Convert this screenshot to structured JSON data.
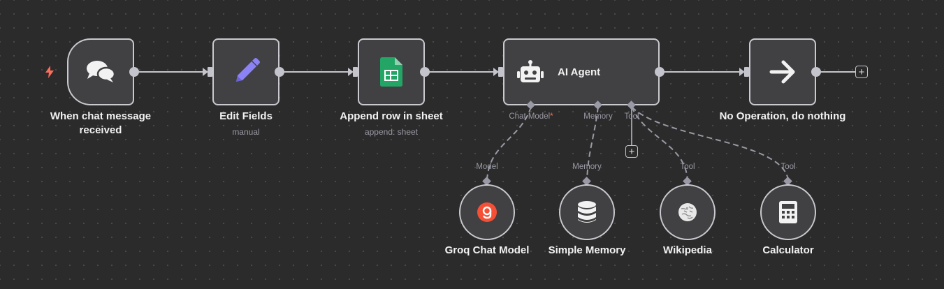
{
  "colors": {
    "canvas": "#2b2b2b",
    "node_bg": "#414143",
    "node_border": "#c9c9cf",
    "edge": "#c4c4cc",
    "muted_text": "#9a9aa6",
    "trigger_bolt": "#ff6d5a",
    "edit_icon": "#8b82f6",
    "sheets_green": "#23a566",
    "groq_orange": "#f55036"
  },
  "nodes": {
    "trigger": {
      "title": "When chat message received",
      "icon": "chat-bubbles-icon"
    },
    "edit_fields": {
      "title": "Edit Fields",
      "subtitle": "manual",
      "icon": "pencil-icon"
    },
    "append_row": {
      "title": "Append row in sheet",
      "subtitle": "append: sheet",
      "icon": "google-sheets-icon"
    },
    "ai_agent": {
      "title": "AI Agent",
      "icon": "robot-icon"
    },
    "no_op": {
      "title": "No Operation, do nothing",
      "icon": "arrow-right-icon"
    }
  },
  "agent_ports": {
    "chat_model": "Chat Model",
    "required_mark": "*",
    "memory": "Memory",
    "tool": "Tool"
  },
  "subnodes": {
    "groq": {
      "title": "Groq Chat Model",
      "port_label": "Model",
      "icon": "groq-icon"
    },
    "memory": {
      "title": "Simple Memory",
      "port_label": "Memory",
      "icon": "database-icon"
    },
    "wikipedia": {
      "title": "Wikipedia",
      "port_label": "Tool",
      "icon": "wikipedia-icon"
    },
    "calculator": {
      "title": "Calculator",
      "port_label": "Tool",
      "icon": "calculator-icon"
    }
  },
  "controls": {
    "add_symbol": "+"
  }
}
